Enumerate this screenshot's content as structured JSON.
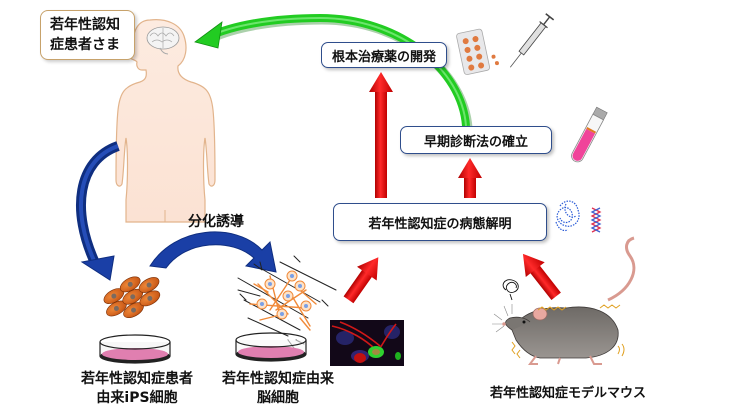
{
  "patient_label": {
    "line1": "若年性認知",
    "line2": "症患者さま"
  },
  "boxes": {
    "drug_development": "根本治療薬の開発",
    "early_diagnosis": "早期診断法の確立",
    "pathology": "若年性認知症の病態解明"
  },
  "labels": {
    "differentiation": "分化誘導",
    "ips_cells": {
      "line1": "若年性認知症患者",
      "line2": "由来iPS細胞"
    },
    "brain_cells": {
      "line1": "若年性認知症由来",
      "line2": "脳細胞"
    },
    "model_mouse": "若年性認知症モデルマウス"
  },
  "colors": {
    "red_arrow": "#e00000",
    "green_arrow": "#22cc22",
    "blue_arrow": "#1a3fa6",
    "box_border": "#2f4e8c",
    "patient_border": "#c7a26b",
    "skin": "#fde8dc",
    "dish_medium": "#e07fb0",
    "test_tube_liquid": "#f0449a"
  }
}
